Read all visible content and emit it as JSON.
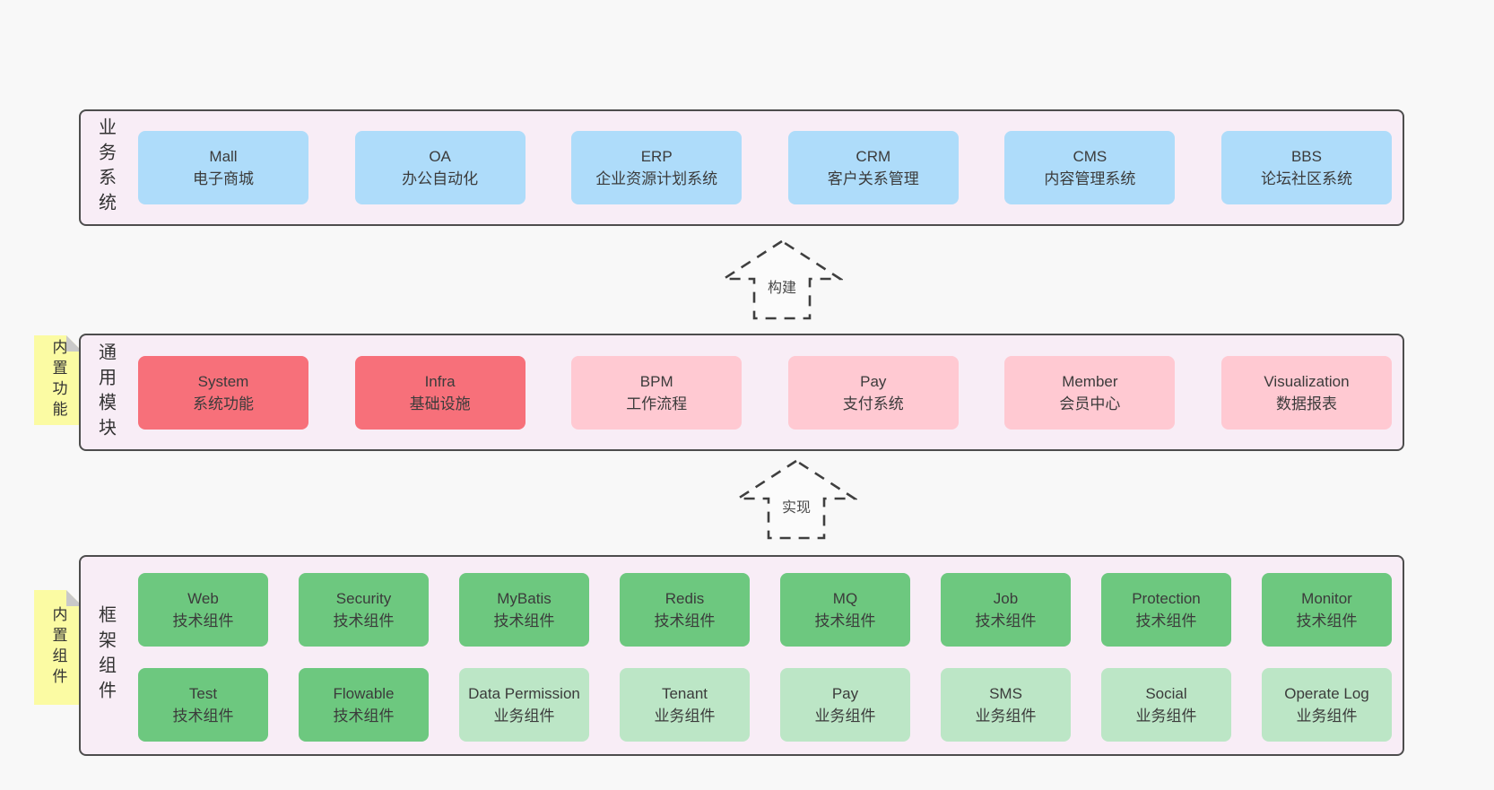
{
  "colors": {
    "canvas_bg": "#f8f8f8",
    "layer_bg": "#f8edf6",
    "layer_border": "#4d4d4d",
    "blue_box": "#aedcfa",
    "red_box": "#f7707a",
    "pink_box": "#ffc9d2",
    "green_box": "#6dc87f",
    "light_green_box": "#bce6c6",
    "sticky_note": "#fbfba3",
    "sticky_fold": "#c9c9c9",
    "text": "#3b3b3b"
  },
  "layers": [
    {
      "label": "业务系统",
      "items": [
        {
          "name": "Mall",
          "desc": "电子商城"
        },
        {
          "name": "OA",
          "desc": "办公自动化"
        },
        {
          "name": "ERP",
          "desc": "企业资源计划系统"
        },
        {
          "name": "CRM",
          "desc": "客户关系管理"
        },
        {
          "name": "CMS",
          "desc": "内容管理系统"
        },
        {
          "name": "BBS",
          "desc": "论坛社区系统"
        }
      ]
    },
    {
      "label": "通用模块",
      "sticky": "内置功能",
      "items": [
        {
          "name": "System",
          "desc": "系统功能"
        },
        {
          "name": "Infra",
          "desc": "基础设施"
        },
        {
          "name": "BPM",
          "desc": "工作流程"
        },
        {
          "name": "Pay",
          "desc": "支付系统"
        },
        {
          "name": "Member",
          "desc": "会员中心"
        },
        {
          "name": "Visualization",
          "desc": "数据报表"
        }
      ]
    },
    {
      "label": "框架组件",
      "sticky": "内置组件",
      "rows": [
        [
          {
            "name": "Web",
            "desc": "技术组件"
          },
          {
            "name": "Security",
            "desc": "技术组件"
          },
          {
            "name": "MyBatis",
            "desc": "技术组件"
          },
          {
            "name": "Redis",
            "desc": "技术组件"
          },
          {
            "name": "MQ",
            "desc": "技术组件"
          },
          {
            "name": "Job",
            "desc": "技术组件"
          },
          {
            "name": "Protection",
            "desc": "技术组件"
          },
          {
            "name": "Monitor",
            "desc": "技术组件"
          }
        ],
        [
          {
            "name": "Test",
            "desc": "技术组件"
          },
          {
            "name": "Flowable",
            "desc": "技术组件"
          },
          {
            "name": "Data Permission",
            "desc": "业务组件"
          },
          {
            "name": "Tenant",
            "desc": "业务组件"
          },
          {
            "name": "Pay",
            "desc": "业务组件"
          },
          {
            "name": "SMS",
            "desc": "业务组件"
          },
          {
            "name": "Social",
            "desc": "业务组件"
          },
          {
            "name": "Operate Log",
            "desc": "业务组件"
          }
        ]
      ]
    }
  ],
  "arrows": [
    {
      "label": "构建"
    },
    {
      "label": "实现"
    }
  ]
}
